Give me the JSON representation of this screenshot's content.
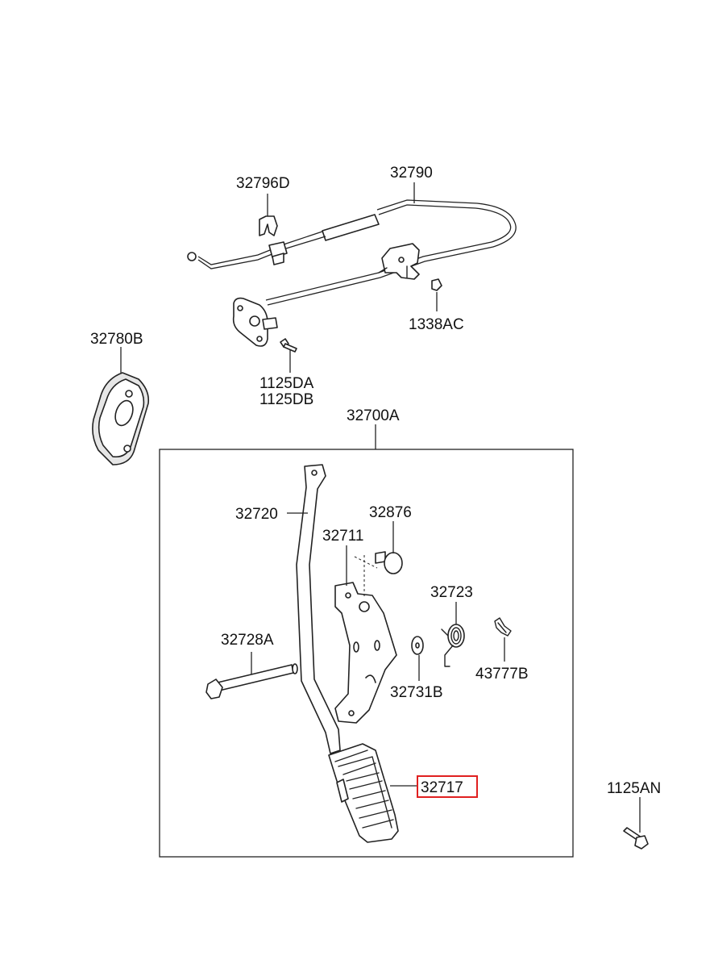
{
  "diagram": {
    "labels": {
      "p32796D": "32796D",
      "p32790": "32790",
      "p1338AC": "1338AC",
      "p32780B": "32780B",
      "p1125DA": "1125DA",
      "p1125DB": "1125DB",
      "p32700A": "32700A",
      "p32720": "32720",
      "p32876": "32876",
      "p32711": "32711",
      "p32723": "32723",
      "p32728A": "32728A",
      "p32731B": "32731B",
      "p43777B": "43777B",
      "p32717": "32717",
      "p1125AN": "1125AN"
    },
    "highlighted_part": "32717",
    "highlight_color": "#e02020"
  }
}
